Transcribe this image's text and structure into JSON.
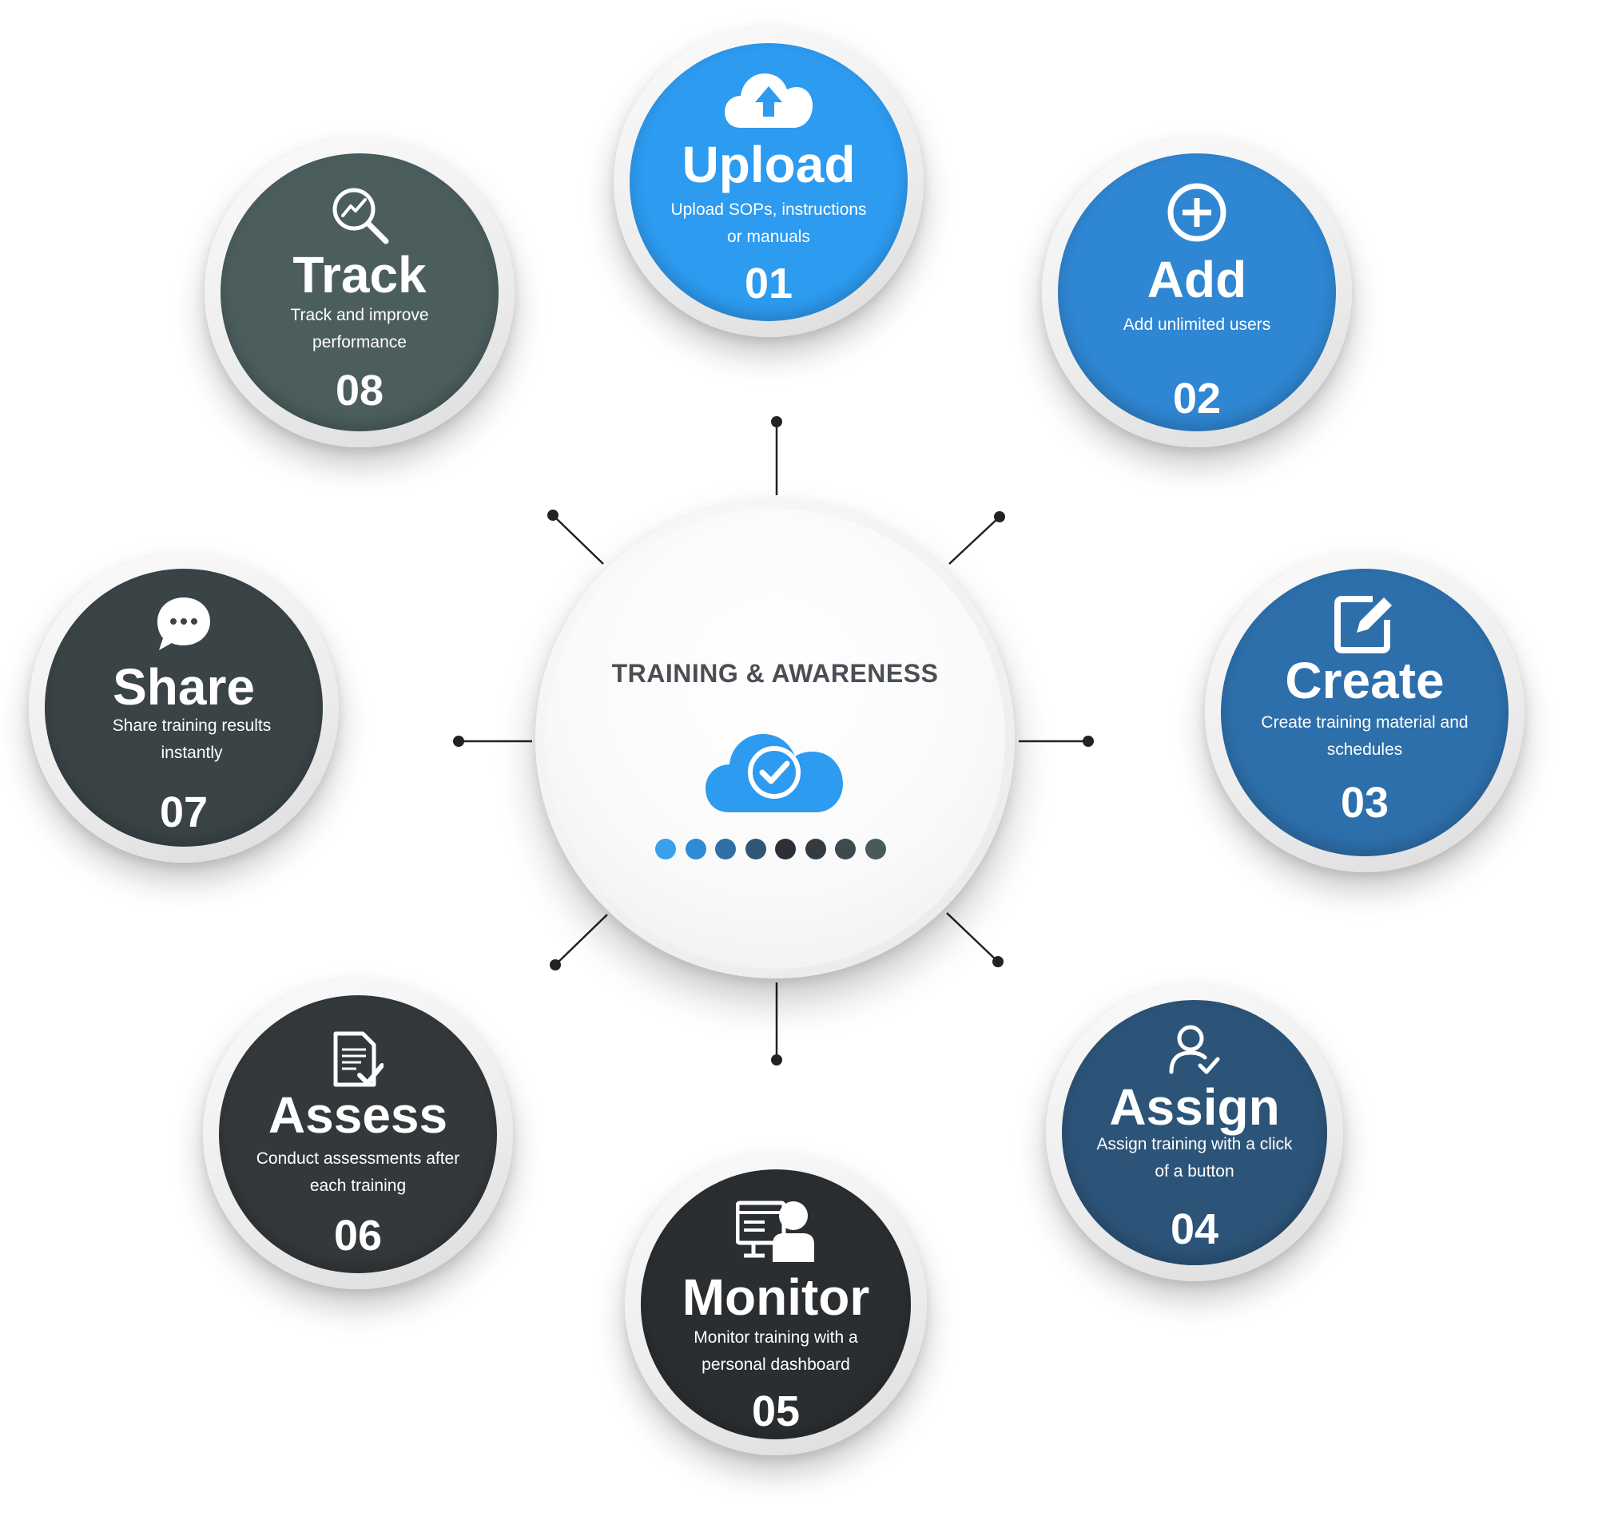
{
  "hub": {
    "title": "TRAINING & AWARENESS",
    "icon": "cloud-check-icon",
    "dot_colors": [
      "#3aa0ec",
      "#2f8bd6",
      "#2e6fa8",
      "#2f5577",
      "#2b3036",
      "#333a40",
      "#3f4a4f",
      "#4a5a5a"
    ]
  },
  "nodes": [
    {
      "id": "upload",
      "title": "Upload",
      "desc": "Upload SOPs, instructions or manuals",
      "num": "01",
      "icon": "cloud-upload-icon",
      "color": "#2d9bf0"
    },
    {
      "id": "add",
      "title": "Add",
      "desc": "Add unlimited users",
      "num": "02",
      "icon": "plus-circle-icon",
      "color": "#2f86d2"
    },
    {
      "id": "create",
      "title": "Create",
      "desc": "Create training material and schedules",
      "num": "03",
      "icon": "edit-icon",
      "color": "#2d6fab"
    },
    {
      "id": "assign",
      "title": "Assign",
      "desc": "Assign training with a click of a button",
      "num": "04",
      "icon": "user-check-icon",
      "color": "#2c5478"
    },
    {
      "id": "monitor",
      "title": "Monitor",
      "desc": "Monitor training with a personal dashboard",
      "num": "05",
      "icon": "dashboard-user-icon",
      "color": "#2b2e31"
    },
    {
      "id": "assess",
      "title": "Assess",
      "desc": "Conduct assessments after each training",
      "num": "06",
      "icon": "document-check-icon",
      "color": "#33383b"
    },
    {
      "id": "share",
      "title": "Share",
      "desc": "Share training results instantly",
      "num": "07",
      "icon": "chat-bubble-icon",
      "color": "#3a4447"
    },
    {
      "id": "track",
      "title": "Track",
      "desc": "Track and improve performance",
      "num": "08",
      "icon": "chart-search-icon",
      "color": "#4b5e5d"
    }
  ]
}
